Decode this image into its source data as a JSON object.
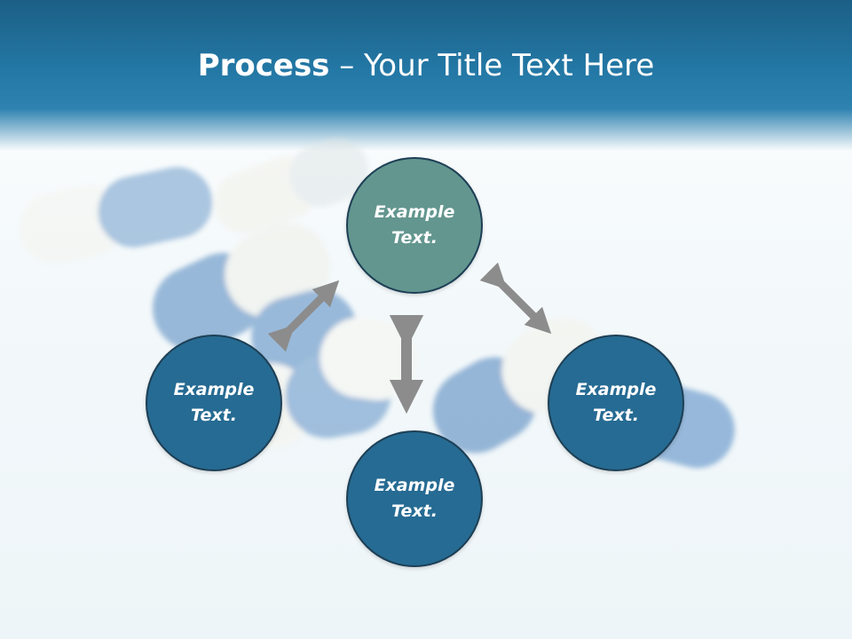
{
  "title": {
    "bold": "Process",
    "rest": " – Your Title Text Here"
  },
  "nodes": {
    "top": "Example Text.",
    "left": "Example Text.",
    "right": "Example Text.",
    "bottom": "Example Text."
  },
  "colors": {
    "header": "#2377a4",
    "node_top": "#63968f",
    "node": "#266b93",
    "arrow": "#8c8c8c"
  }
}
